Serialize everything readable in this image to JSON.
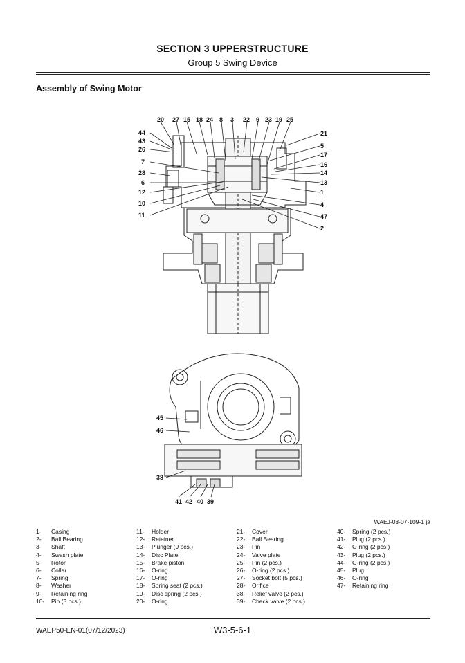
{
  "header": {
    "section_title": "SECTION 3 UPPERSTRUCTURE",
    "group_title": "Group 5 Swing Device"
  },
  "heading": "Assembly of Swing Motor",
  "figure_id": "WAEJ-03-07-109-1 ja",
  "callouts": {
    "top_row": [
      "20",
      "27",
      "15",
      "18",
      "24",
      "8",
      "3",
      "22",
      "9",
      "23",
      "19",
      "25"
    ],
    "left": [
      "44",
      "43",
      "26",
      "7",
      "28",
      "6",
      "12",
      "10",
      "11"
    ],
    "right": [
      "21",
      "5",
      "17",
      "16",
      "14",
      "13",
      "1",
      "4",
      "47",
      "2"
    ],
    "lower_left": [
      "45",
      "46",
      "38"
    ],
    "lower_bottom": [
      "41",
      "42",
      "40",
      "39"
    ]
  },
  "parts": [
    {
      "num": "1-",
      "name": "Casing"
    },
    {
      "num": "2-",
      "name": "Ball Bearing"
    },
    {
      "num": "3-",
      "name": "Shaft"
    },
    {
      "num": "4-",
      "name": "Swash plate"
    },
    {
      "num": "5-",
      "name": "Rotor"
    },
    {
      "num": "6-",
      "name": "Collar"
    },
    {
      "num": "7-",
      "name": "Spring"
    },
    {
      "num": "8-",
      "name": "Washer"
    },
    {
      "num": "9-",
      "name": "Retaining ring"
    },
    {
      "num": "10-",
      "name": "Pin (3 pcs.)"
    },
    {
      "num": "11-",
      "name": "Holder"
    },
    {
      "num": "12-",
      "name": "Retainer"
    },
    {
      "num": "13-",
      "name": "Plunger (9 pcs.)"
    },
    {
      "num": "14-",
      "name": "Disc Plate"
    },
    {
      "num": "15-",
      "name": "Brake piston"
    },
    {
      "num": "16-",
      "name": "O-ring"
    },
    {
      "num": "17-",
      "name": "O-ring"
    },
    {
      "num": "18-",
      "name": "Spring seat (2 pcs.)"
    },
    {
      "num": "19-",
      "name": "Disc spring (2 pcs.)"
    },
    {
      "num": "20-",
      "name": "O-ring"
    },
    {
      "num": "21-",
      "name": "Cover"
    },
    {
      "num": "22-",
      "name": "Ball Bearing"
    },
    {
      "num": "23-",
      "name": "Pin"
    },
    {
      "num": "24-",
      "name": "Valve plate"
    },
    {
      "num": "25-",
      "name": "Pin (2 pcs.)"
    },
    {
      "num": "26-",
      "name": "O-ring (2 pcs.)"
    },
    {
      "num": "27-",
      "name": "Socket bolt (5 pcs.)"
    },
    {
      "num": "28-",
      "name": "Orifice"
    },
    {
      "num": "38-",
      "name": "Relief valve (2 pcs.)"
    },
    {
      "num": "39-",
      "name": "Check valve (2 pcs.)"
    },
    {
      "num": "40-",
      "name": "Spring (2 pcs.)"
    },
    {
      "num": "41-",
      "name": "Plug (2 pcs.)"
    },
    {
      "num": "42-",
      "name": "O-ring (2 pcs.)"
    },
    {
      "num": "43-",
      "name": "Plug (2 pcs.)"
    },
    {
      "num": "44-",
      "name": "O-ring (2 pcs.)"
    },
    {
      "num": "45-",
      "name": "Plug"
    },
    {
      "num": "46-",
      "name": "O-ring"
    },
    {
      "num": "47-",
      "name": "Retaining ring"
    }
  ],
  "footer": {
    "doc_code": "WAEP50-EN-01(07/12/2023)",
    "page": "W3-5-6-1"
  }
}
